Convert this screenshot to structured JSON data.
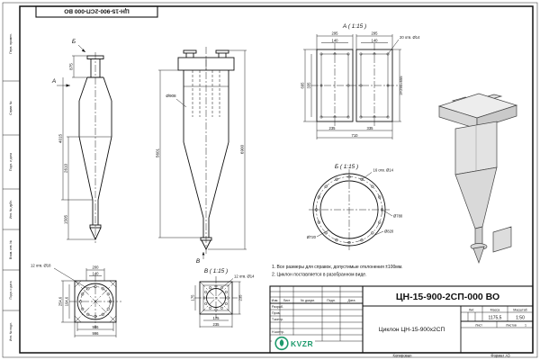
{
  "stamp": "ЦН-15-900-2СП-000 ВО",
  "margin_labels": [
    "Перв. примен.",
    "Справ. №",
    "Подп. и дата",
    "Инв. № дубл.",
    "Взам. инв. №",
    "Подп. и дата",
    "Инв. № подл."
  ],
  "view_labels": {
    "a_title": "А ( 1:15 )",
    "b_title": "Б ( 1:15 )",
    "v_title": "В ( 1:15 )",
    "arrow_a": "А",
    "arrow_b": "Б",
    "arrow_v": "В"
  },
  "dims": {
    "front": {
      "h875": "875",
      "h4015": "4015",
      "h2610": "2610",
      "h1505": "1505"
    },
    "main": {
      "d908": "Ø908",
      "h5601": "5601",
      "h6900": "6900"
    },
    "sec_a": {
      "w295_l": "295",
      "w295_r": "295",
      "w140_l": "140",
      "w140_r": "140",
      "h695": "695",
      "h335": "335",
      "w235": "235",
      "w335": "335",
      "w710": "710",
      "holes": "20 отв. Ø14",
      "pitch": "3×290=655"
    },
    "sec_b": {
      "holes": "16 отв. Ø14",
      "d720": "Ø720",
      "d780": "Ø780",
      "d820": "Ø820"
    },
    "flange": {
      "w200": "200",
      "w140": "140",
      "holes": "12 отв. Ø18",
      "h2546": "254,6",
      "h1946": "194,6",
      "w906": "906",
      "w996": "996"
    },
    "sec_v": {
      "holes": "12 отв. Ø14",
      "w175": "175",
      "w235": "235",
      "h175": "175",
      "h235": "235"
    }
  },
  "notes": {
    "line1": "1. Все размеры для справок, допустимые отклонения ±100мм.",
    "line2": "2. Циклон поставляется в разобранном виде."
  },
  "title_block": {
    "designation": "ЦН-15-900-2СП-000 ВО",
    "product": "Циклон ЦН-15-900х2СП",
    "col_izm": "Изм.",
    "col_list": "Лист",
    "col_doc": "№ докум.",
    "col_podp": "Подп.",
    "col_data": "Дата",
    "row_razrab": "Разраб.",
    "row_prov": "Пров.",
    "row_tkontr": "Т.контр.",
    "row_nkontr": "Н.контр.",
    "row_utv": "Утв.",
    "lit_label": "Лит.",
    "mass_label": "Масса",
    "scale_label": "Масштаб",
    "mass": "1175,5",
    "scale": "1:50",
    "sheet_label": "Лист",
    "sheets_label": "Листов",
    "sheets_value": "1",
    "logo_text": "KVZR",
    "copied": "Копировал",
    "format": "Формат А3"
  },
  "colors": {
    "logo_green": "#1d9a6c",
    "line": "#111111",
    "paper": "#ffffff"
  }
}
